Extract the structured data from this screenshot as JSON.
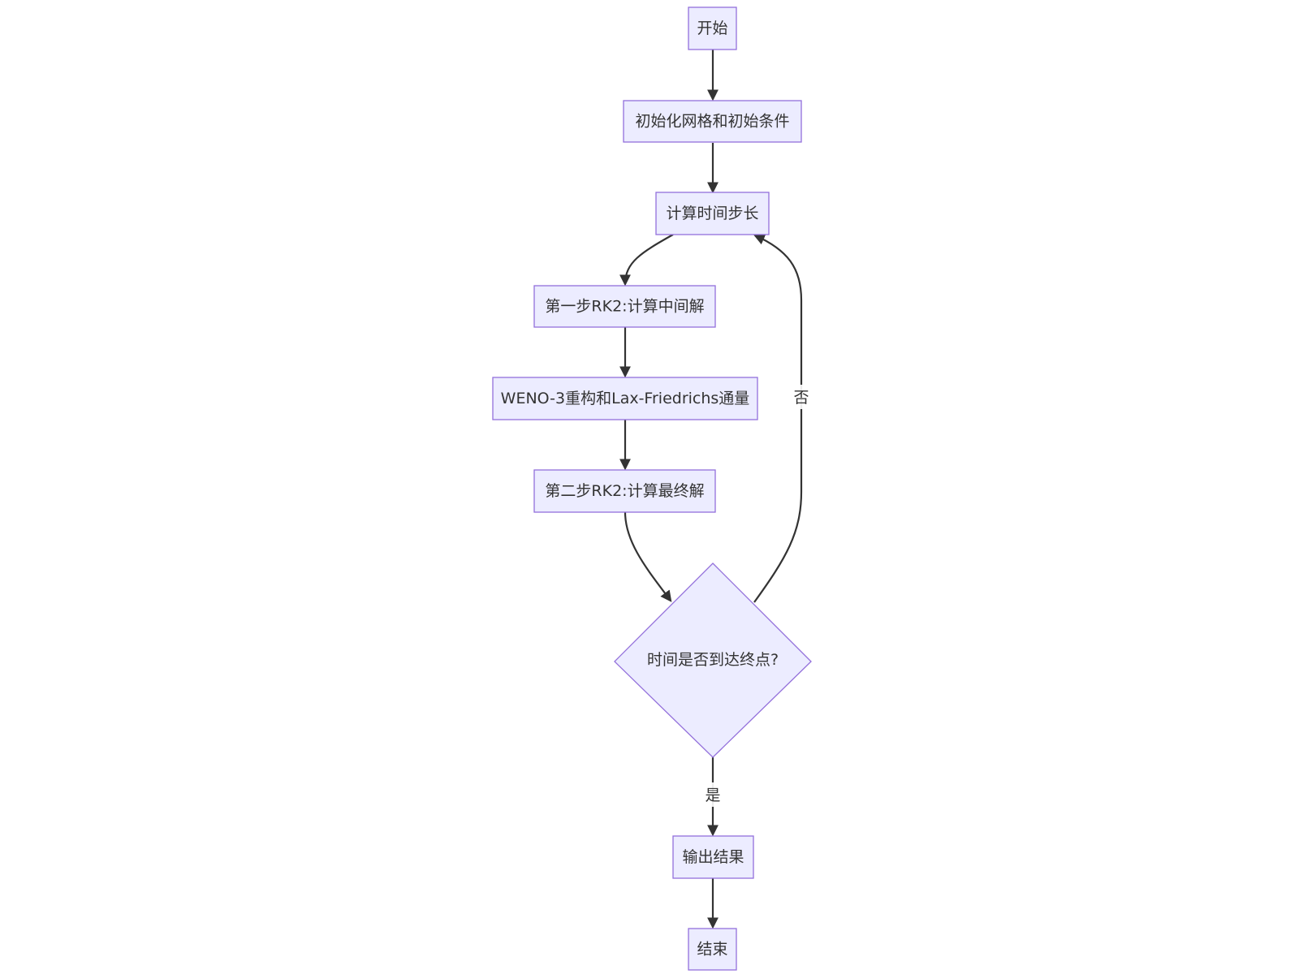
{
  "nodes": {
    "start": "开始",
    "init": "初始化网格和初始条件",
    "timestep": "计算时间步长",
    "rk2_step1": "第一步RK2:计算中间解",
    "weno": "WENO-3重构和Lax-Friedrichs通量",
    "rk2_step2": "第二步RK2:计算最终解",
    "decision": "时间是否到达终点?",
    "output": "输出结果",
    "end": "结束"
  },
  "edges": {
    "yes_label": "是",
    "no_label": "否"
  },
  "colors": {
    "node_fill": "#ececff",
    "node_stroke": "#9370db",
    "edge": "#333333",
    "text": "#333333"
  }
}
